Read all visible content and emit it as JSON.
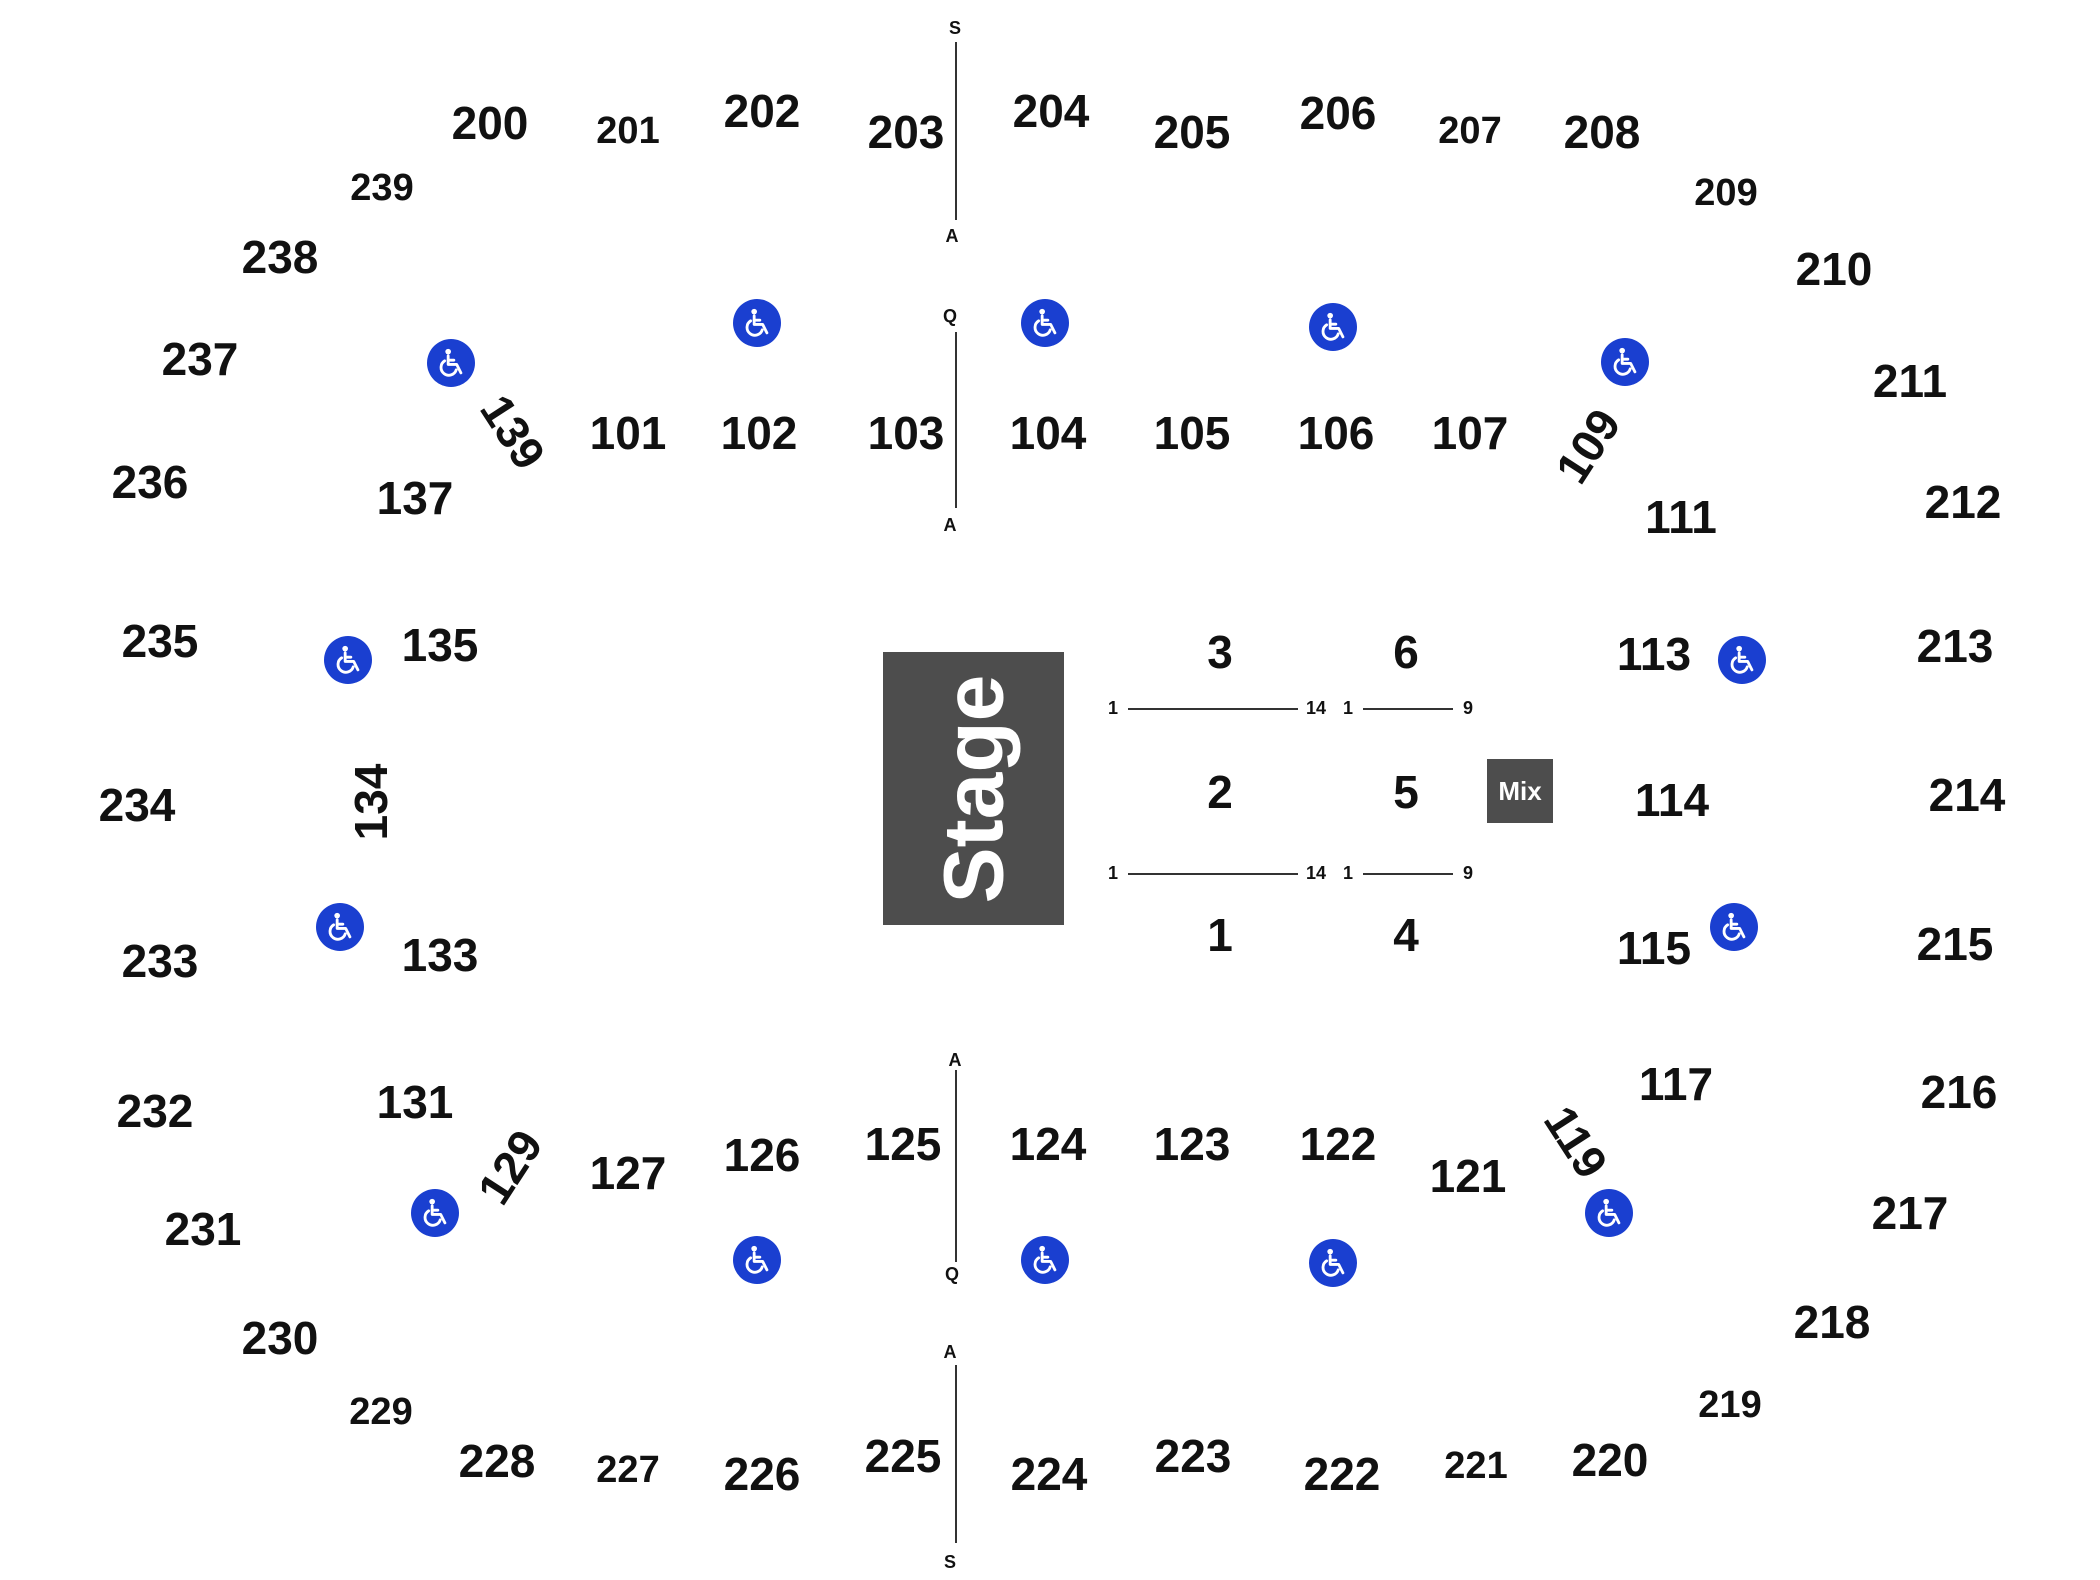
{
  "stage": {
    "label": "Stage"
  },
  "mix": {
    "label": "Mix"
  },
  "sections_200": [
    {
      "label": "200"
    },
    {
      "label": "201",
      "small": true
    },
    {
      "label": "202"
    },
    {
      "label": "203"
    },
    {
      "label": "204"
    },
    {
      "label": "205"
    },
    {
      "label": "206"
    },
    {
      "label": "207",
      "small": true
    },
    {
      "label": "208"
    },
    {
      "label": "209",
      "small": true
    },
    {
      "label": "210"
    },
    {
      "label": "211"
    },
    {
      "label": "212"
    },
    {
      "label": "213"
    },
    {
      "label": "214"
    },
    {
      "label": "215"
    },
    {
      "label": "216"
    },
    {
      "label": "217"
    },
    {
      "label": "218"
    },
    {
      "label": "219",
      "small": true
    },
    {
      "label": "220"
    },
    {
      "label": "221",
      "small": true
    },
    {
      "label": "222"
    },
    {
      "label": "223"
    },
    {
      "label": "224"
    },
    {
      "label": "225"
    },
    {
      "label": "226"
    },
    {
      "label": "227",
      "small": true
    },
    {
      "label": "228"
    },
    {
      "label": "229",
      "small": true
    },
    {
      "label": "230"
    },
    {
      "label": "231"
    },
    {
      "label": "232"
    },
    {
      "label": "233"
    },
    {
      "label": "234"
    },
    {
      "label": "235"
    },
    {
      "label": "236"
    },
    {
      "label": "237"
    },
    {
      "label": "238"
    },
    {
      "label": "239",
      "small": true
    }
  ],
  "sections_100": [
    {
      "label": "101"
    },
    {
      "label": "102"
    },
    {
      "label": "103"
    },
    {
      "label": "104"
    },
    {
      "label": "105"
    },
    {
      "label": "106"
    },
    {
      "label": "107"
    },
    {
      "label": "109"
    },
    {
      "label": "111"
    },
    {
      "label": "113"
    },
    {
      "label": "114"
    },
    {
      "label": "115"
    },
    {
      "label": "117"
    },
    {
      "label": "119"
    },
    {
      "label": "121"
    },
    {
      "label": "122"
    },
    {
      "label": "123"
    },
    {
      "label": "124"
    },
    {
      "label": "125"
    },
    {
      "label": "126"
    },
    {
      "label": "127"
    },
    {
      "label": "129"
    },
    {
      "label": "131"
    },
    {
      "label": "133"
    },
    {
      "label": "134"
    },
    {
      "label": "135"
    },
    {
      "label": "137"
    },
    {
      "label": "139"
    }
  ],
  "floor_sections": [
    {
      "label": "1"
    },
    {
      "label": "2"
    },
    {
      "label": "3"
    },
    {
      "label": "4"
    },
    {
      "label": "5"
    },
    {
      "label": "6"
    }
  ],
  "row_markers": {
    "top_aisle": [
      "S",
      "A",
      "Q",
      "A"
    ],
    "bottom_aisle": [
      "A",
      "Q",
      "A",
      "S"
    ],
    "floor_seats": [
      "1",
      "14",
      "1",
      "9",
      "1",
      "14",
      "1",
      "9"
    ]
  },
  "accessible_icon": "wheelchair-icon",
  "colors": {
    "stage": "#4d4d4d",
    "accessible": "#1a3fd0",
    "text": "#111111"
  }
}
